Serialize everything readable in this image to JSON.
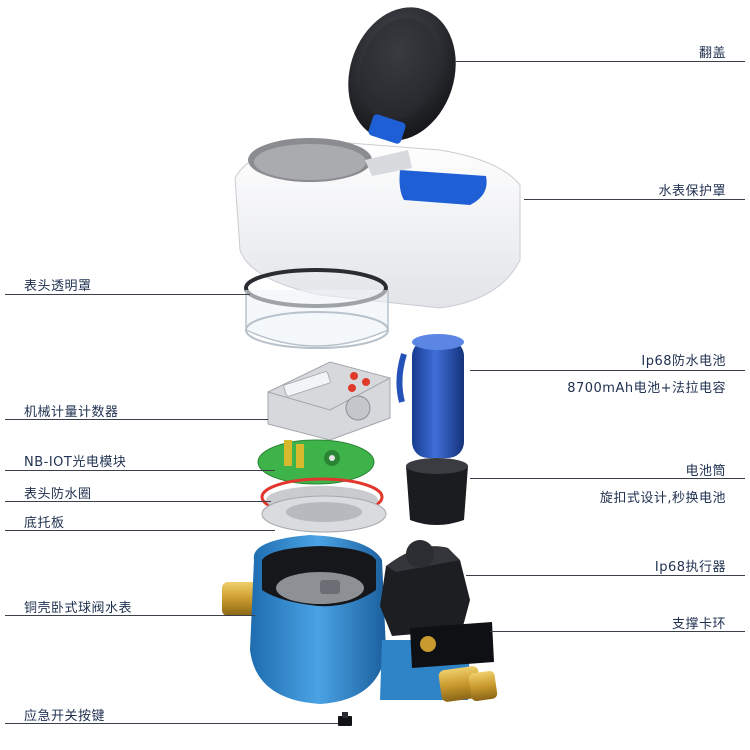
{
  "labels": {
    "flip_lid": "翻盖",
    "protective_cover": "水表保护罩",
    "transparent_cover": "表头透明罩",
    "ip68_battery": "Ip68防水电池",
    "battery_spec": "8700mAh电池+法拉电容",
    "mechanical_counter": "机械计量计数器",
    "nb_iot_module": "NB-IOT光电模块",
    "battery_holder": "电池筒",
    "twist_design": "旋扣式设计,秒换电池",
    "waterproof_ring": "表头防水圈",
    "base_tray": "底托板",
    "ip68_actuator": "Ip68执行器",
    "copper_meter": "铜壳卧式球阀水表",
    "support_ring": "支撑卡环",
    "emergency_button": "应急开关按键"
  },
  "colors": {
    "line": "#3b3f4a",
    "label_text": "#1f3050",
    "accent_blue": "#1f5fd6",
    "battery_blue": "#2452b8",
    "body_blue": "#2f84c8",
    "brass": "#c99a2e",
    "pcb_green": "#3db34a"
  }
}
